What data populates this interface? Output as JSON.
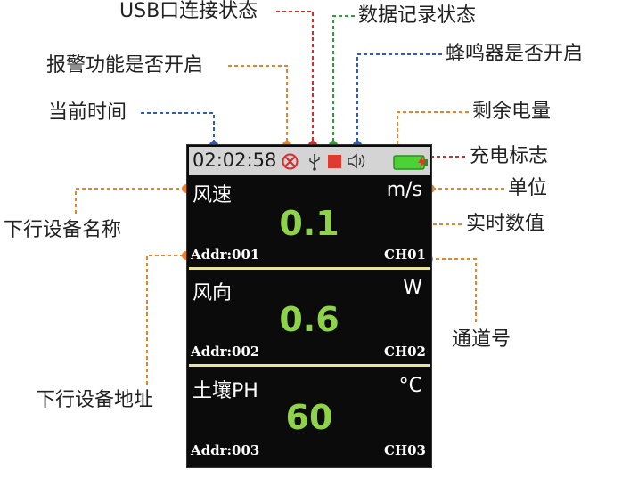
{
  "annotations": {
    "usb_status": "USB口连接状态",
    "data_record_status": "数据记录状态",
    "alarm_enabled": "报警功能是否开启",
    "buzzer_enabled": "蜂鸣器是否开启",
    "current_time": "当前时间",
    "remaining_battery": "剩余电量",
    "charging_flag": "充电标志",
    "unit": "单位",
    "device_name": "下行设备名称",
    "realtime_value": "实时数值",
    "channel_no": "通道号",
    "device_address": "下行设备地址"
  },
  "screen": {
    "time": "02:02:58",
    "status_icons": [
      "alarm-off-icon",
      "usb-icon",
      "record-icon",
      "speaker-icon",
      "battery-icon",
      "charging-icon"
    ],
    "colors": {
      "value": "#8ed24a",
      "battery": "#4cd137",
      "record": "#e03b2f",
      "statusbar": "#d4d4d4",
      "separator": "#e9e3a0"
    },
    "channels": [
      {
        "name": "风速",
        "unit": "m/s",
        "value": "0.1",
        "addr": "Addr:001",
        "ch": "CH01"
      },
      {
        "name": "风向",
        "unit": "W",
        "value": "0.6",
        "addr": "Addr:002",
        "ch": "CH02"
      },
      {
        "name": "土壤PH",
        "unit": "°C",
        "value": "60",
        "addr": "Addr:003",
        "ch": "CH03"
      }
    ]
  }
}
